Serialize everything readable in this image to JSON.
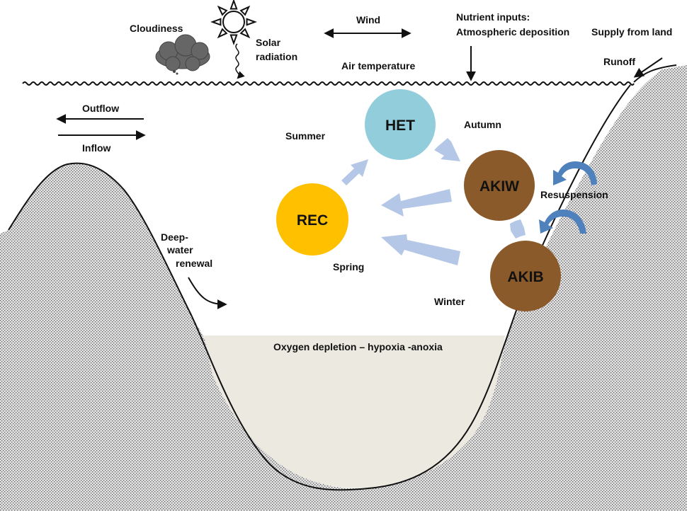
{
  "labels": {
    "cloudiness": "Cloudiness",
    "solar_line1": "Solar",
    "solar_line2": "radiation",
    "wind": "Wind",
    "nutrient_line1": "Nutrient inputs:",
    "nutrient_line2": "Atmospheric deposition",
    "supply": "Supply from land",
    "runoff": "Runoff",
    "air_temperature": "Air temperature",
    "outflow": "Outflow",
    "inflow": "Inflow",
    "summer": "Summer",
    "autumn": "Autumn",
    "spring": "Spring",
    "winter": "Winter",
    "resuspension": "Resuspension",
    "deep_line1": "Deep-",
    "deep_line2": "water",
    "deep_line3": "renewal",
    "oxygen": "Oxygen depletion – hypoxia -anoxia"
  },
  "nodes": {
    "het": "HET",
    "akiw": "AKIW",
    "rec": "REC",
    "akib": "AKIB"
  },
  "colors": {
    "het": "#92cddc",
    "akiw": "#8b5a2b",
    "rec": "#ffc000",
    "akib": "#8b5a2b",
    "arrow": "#b4c7e7",
    "resuspension_arrow": "#4f81bd",
    "hypoxic_layer": "#ece9e0"
  }
}
